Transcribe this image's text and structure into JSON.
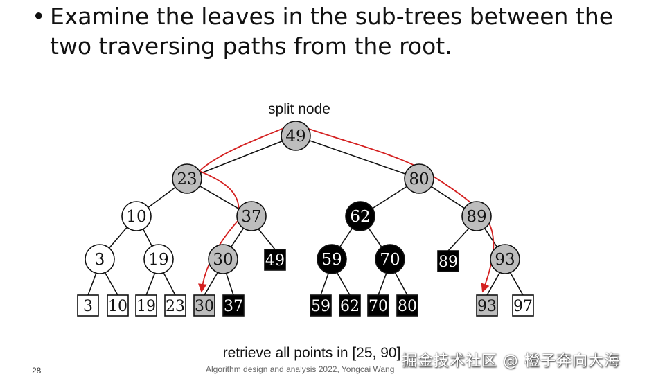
{
  "bullet": {
    "dot": "•",
    "text": "Examine the leaves in the sub-trees between the two traversing paths from the root."
  },
  "diagram": {
    "top_label": "split node",
    "bottom_label": "retrieve all points in [25, 90]",
    "colors": {
      "white": "#ffffff",
      "gray": "#bdbdbd",
      "black": "#000000",
      "path": "#d42020"
    },
    "nodes": [
      {
        "id": "n49",
        "label": "49",
        "fill": "gray"
      },
      {
        "id": "n23",
        "label": "23",
        "fill": "gray"
      },
      {
        "id": "n80",
        "label": "80",
        "fill": "gray"
      },
      {
        "id": "n10",
        "label": "10",
        "fill": "white"
      },
      {
        "id": "n37",
        "label": "37",
        "fill": "gray"
      },
      {
        "id": "n62",
        "label": "62",
        "fill": "black"
      },
      {
        "id": "n89",
        "label": "89",
        "fill": "gray"
      },
      {
        "id": "n3",
        "label": "3",
        "fill": "white"
      },
      {
        "id": "n19",
        "label": "19",
        "fill": "white"
      },
      {
        "id": "n30",
        "label": "30",
        "fill": "gray"
      },
      {
        "id": "n59",
        "label": "59",
        "fill": "black"
      },
      {
        "id": "n70",
        "label": "70",
        "fill": "black"
      },
      {
        "id": "n93",
        "label": "93",
        "fill": "gray"
      }
    ],
    "leaves": [
      {
        "id": "l49",
        "label": "49",
        "fill": "black"
      },
      {
        "id": "l89",
        "label": "89",
        "fill": "black"
      },
      {
        "id": "b3",
        "label": "3",
        "fill": "white"
      },
      {
        "id": "b10",
        "label": "10",
        "fill": "white"
      },
      {
        "id": "b19",
        "label": "19",
        "fill": "white"
      },
      {
        "id": "b23",
        "label": "23",
        "fill": "white"
      },
      {
        "id": "b30",
        "label": "30",
        "fill": "gray"
      },
      {
        "id": "b37",
        "label": "37",
        "fill": "black"
      },
      {
        "id": "b59",
        "label": "59",
        "fill": "black"
      },
      {
        "id": "b62",
        "label": "62",
        "fill": "black"
      },
      {
        "id": "b70",
        "label": "70",
        "fill": "black"
      },
      {
        "id": "b80",
        "label": "80",
        "fill": "black"
      },
      {
        "id": "b93",
        "label": "93",
        "fill": "gray"
      },
      {
        "id": "b97",
        "label": "97",
        "fill": "white"
      }
    ],
    "edges": [
      [
        "n49",
        "n23"
      ],
      [
        "n49",
        "n80"
      ],
      [
        "n23",
        "n10"
      ],
      [
        "n23",
        "n37"
      ],
      [
        "n80",
        "n62"
      ],
      [
        "n80",
        "n89"
      ],
      [
        "n10",
        "n3"
      ],
      [
        "n10",
        "n19"
      ],
      [
        "n37",
        "n30"
      ],
      [
        "n37",
        "l49"
      ],
      [
        "n62",
        "n59"
      ],
      [
        "n62",
        "n70"
      ],
      [
        "n89",
        "l89"
      ],
      [
        "n89",
        "n93"
      ],
      [
        "n3",
        "b3"
      ],
      [
        "n3",
        "b10"
      ],
      [
        "n19",
        "b19"
      ],
      [
        "n19",
        "b23"
      ],
      [
        "n30",
        "b30"
      ],
      [
        "n30",
        "b37"
      ],
      [
        "n59",
        "b59"
      ],
      [
        "n59",
        "b62"
      ],
      [
        "n70",
        "b70"
      ],
      [
        "n70",
        "b80"
      ],
      [
        "n93",
        "b93"
      ],
      [
        "n93",
        "b97"
      ]
    ]
  },
  "footer": {
    "page_number": "28",
    "course": "Algorithm design and analysis 2022, Yongcai Wang",
    "watermark": "掘金技术社区 @ 橙子奔向大海"
  }
}
